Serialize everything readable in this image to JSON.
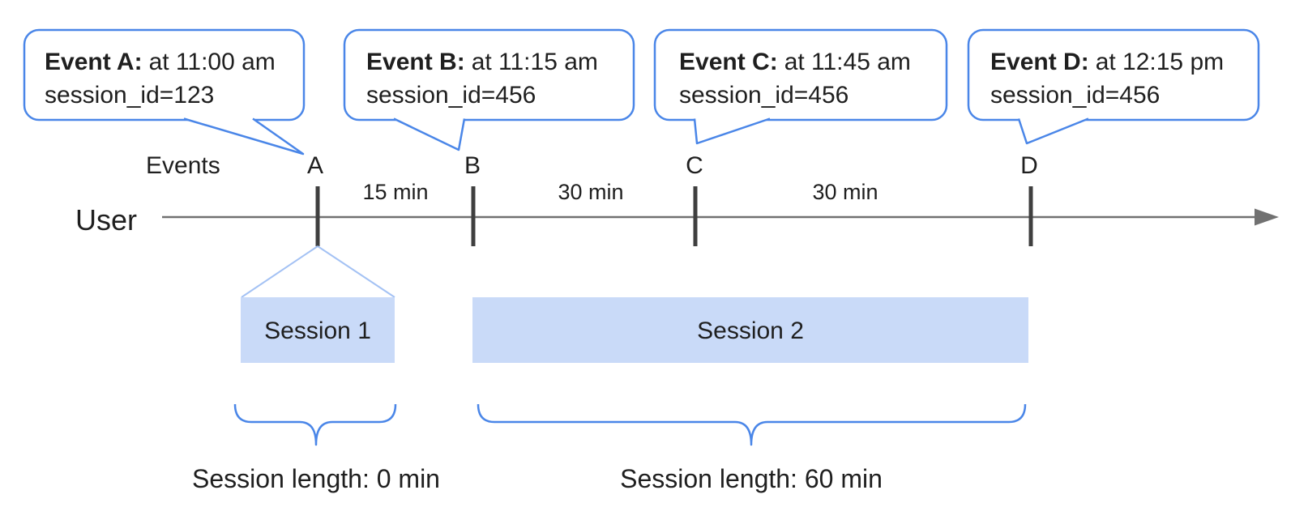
{
  "colors": {
    "accent_blue": "#4a86e8",
    "funnel_blue": "#a4c2f4",
    "session_fill": "#c9daf8",
    "timeline_gray": "#717171",
    "tick_gray": "#3f3f3f",
    "text": "#1f1f1f"
  },
  "bubbles": [
    {
      "title": "Event A:",
      "time": "at 11:00 am",
      "session": "session_id=123"
    },
    {
      "title": "Event B:",
      "time": "at 11:15 am",
      "session": "session_id=456"
    },
    {
      "title": "Event C:",
      "time": "at 11:45 am",
      "session": "session_id=456"
    },
    {
      "title": "Event D:",
      "time": "at 12:15 pm",
      "session": "session_id=456"
    }
  ],
  "timeline": {
    "events_label": "Events",
    "axis_label": "User",
    "event_markers": [
      "A",
      "B",
      "C",
      "D"
    ],
    "intervals": [
      "15 min",
      "30 min",
      "30 min"
    ]
  },
  "sessions": [
    {
      "label": "Session 1",
      "length_label": "Session length: 0 min"
    },
    {
      "label": "Session 2",
      "length_label": "Session length: 60 min"
    }
  ]
}
